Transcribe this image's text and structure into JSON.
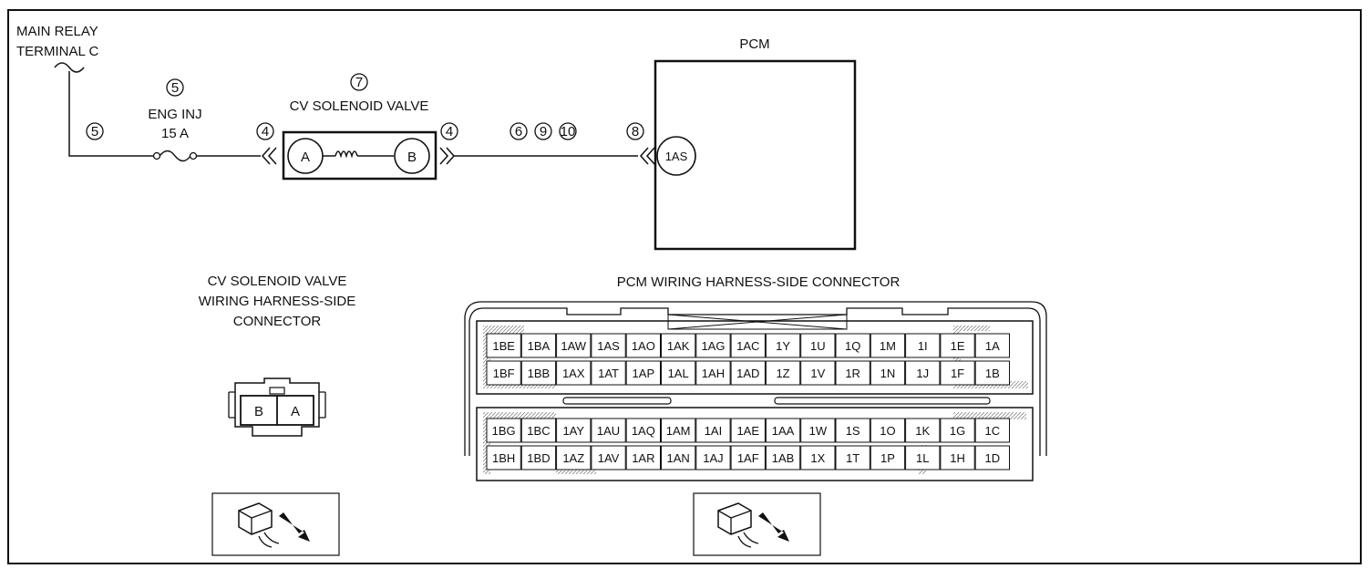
{
  "title": "",
  "main_relay": {
    "line1": "MAIN RELAY",
    "line2": "TERMINAL C"
  },
  "fuse": {
    "name": "ENG INJ",
    "rating": "15 A",
    "circle_top": "5",
    "circle_left": "5"
  },
  "valve": {
    "name": "CV SOLENOID VALVE",
    "circle": "7",
    "term_a": "A",
    "term_b": "B",
    "conn_left": "4",
    "conn_right": "4"
  },
  "wire_refs": [
    "6",
    "9",
    "10"
  ],
  "pcm": {
    "label": "PCM",
    "terminal": "1AS",
    "conn": "8"
  },
  "cv_connector": {
    "title_lines": [
      "CV SOLENOID VALVE",
      "WIRING HARNESS-SIDE",
      "CONNECTOR"
    ],
    "pins": [
      "B",
      "A"
    ]
  },
  "pcm_connector": {
    "title": "PCM WIRING HARNESS-SIDE CONNECTOR",
    "upper_rows": [
      [
        "1BE",
        "1BA",
        "1AW",
        "1AS",
        "1AO",
        "1AK",
        "1AG",
        "1AC",
        "1Y",
        "1U",
        "1Q",
        "1M",
        "1I",
        "1E",
        "1A"
      ],
      [
        "1BF",
        "1BB",
        "1AX",
        "1AT",
        "1AP",
        "1AL",
        "1AH",
        "1AD",
        "1Z",
        "1V",
        "1R",
        "1N",
        "1J",
        "1F",
        "1B"
      ]
    ],
    "lower_rows": [
      [
        "1BG",
        "1BC",
        "1AY",
        "1AU",
        "1AQ",
        "1AM",
        "1AI",
        "1AE",
        "1AA",
        "1W",
        "1S",
        "1O",
        "1K",
        "1G",
        "1C"
      ],
      [
        "1BH",
        "1BD",
        "1AZ",
        "1AV",
        "1AR",
        "1AN",
        "1AJ",
        "1AF",
        "1AB",
        "1X",
        "1T",
        "1P",
        "1L",
        "1H",
        "1D"
      ]
    ]
  },
  "icons": [
    "connector-probe-icon",
    "connector-probe-icon"
  ]
}
